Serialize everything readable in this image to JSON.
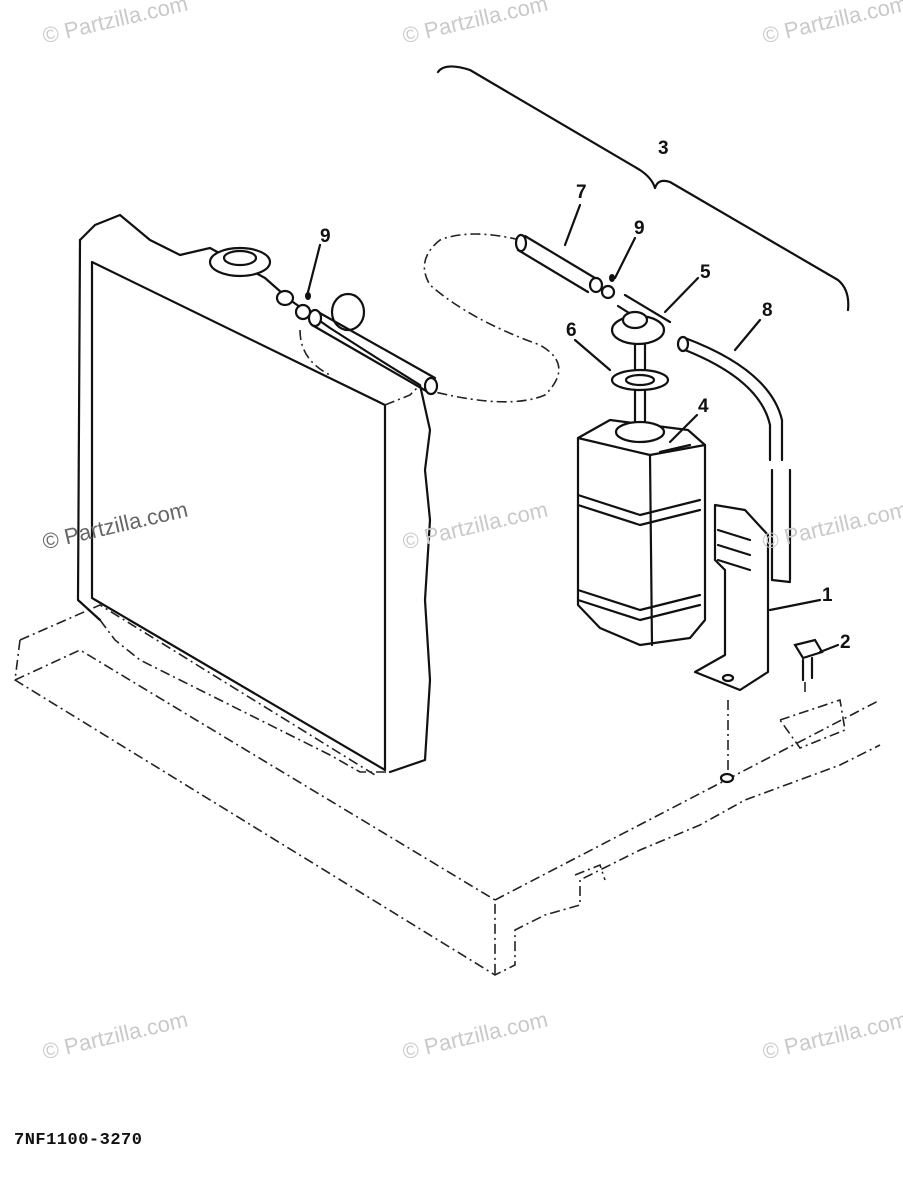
{
  "watermarks": [
    "© Partzilla.com",
    "© Partzilla.com",
    "© Partzilla.com",
    "© Partzilla.com",
    "© Partzilla.com",
    "© Partzilla.com",
    "© Partzilla.com",
    "© Partzilla.com",
    "© Partzilla.com"
  ],
  "callouts": {
    "c1": "1",
    "c2": "2",
    "c3": "3",
    "c4": "4",
    "c5": "5",
    "c6": "6",
    "c7": "7",
    "c8": "8",
    "c9a": "9",
    "c9b": "9"
  },
  "diagram_code": "7NF1100-3270"
}
